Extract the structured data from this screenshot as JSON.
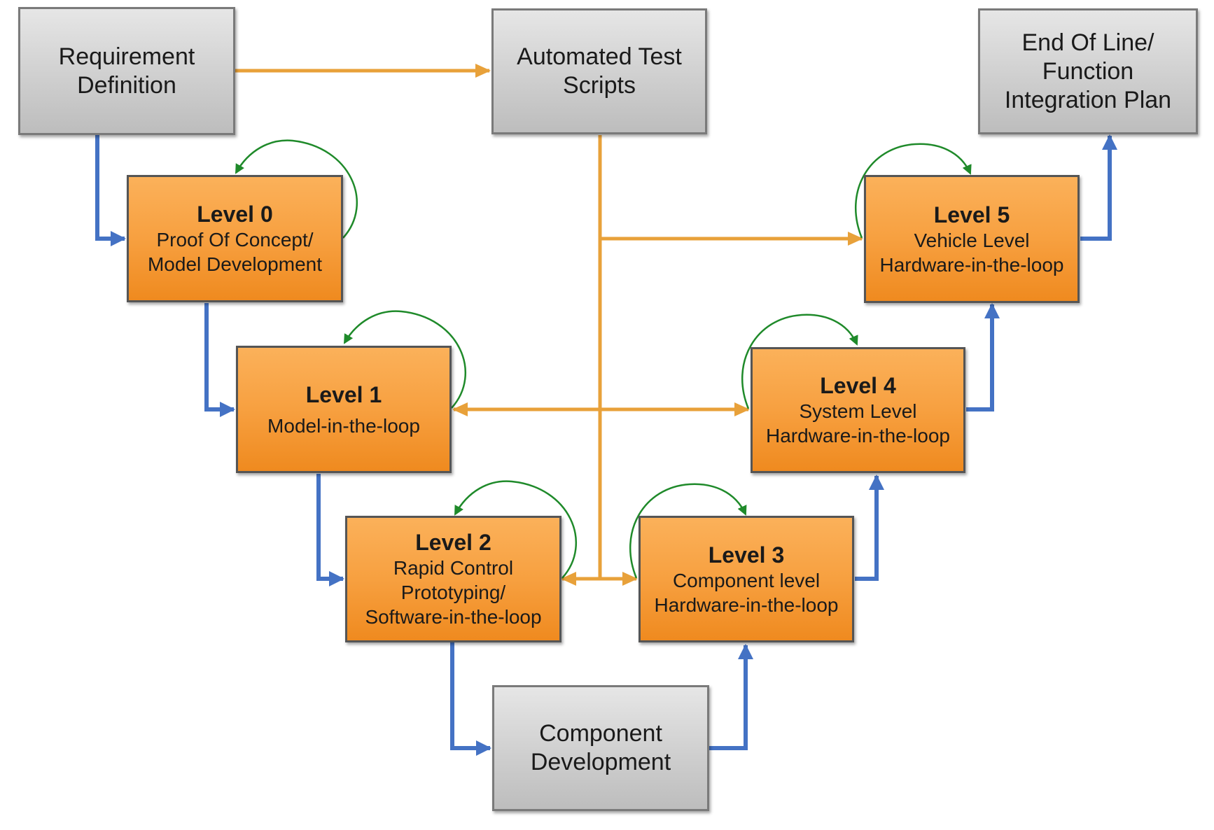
{
  "colors": {
    "flow": "#4472c4",
    "test": "#e8a13a",
    "loop": "#1f8a2a",
    "orange_box": "#f7a040",
    "gray_box": "#d0d0d0"
  },
  "nodes": {
    "requirement": {
      "lines": [
        "Requirement",
        "Definition"
      ]
    },
    "scripts": {
      "lines": [
        "Automated Test",
        "Scripts"
      ]
    },
    "endofline": {
      "lines": [
        "End Of Line/",
        "Function",
        "Integration Plan"
      ]
    },
    "component": {
      "lines": [
        "Component",
        "Development"
      ]
    },
    "level0": {
      "title": "Level 0",
      "lines": [
        "Proof Of Concept/",
        "Model Development"
      ]
    },
    "level1": {
      "title": "Level 1",
      "lines": [
        "Model-in-the-loop"
      ]
    },
    "level2": {
      "title": "Level 2",
      "lines": [
        "Rapid Control",
        "Prototyping/",
        "Software-in-the-loop"
      ]
    },
    "level3": {
      "title": "Level 3",
      "lines": [
        "Component level",
        "Hardware-in-the-loop"
      ]
    },
    "level4": {
      "title": "Level 4",
      "lines": [
        "System Level",
        "Hardware-in-the-loop"
      ]
    },
    "level5": {
      "title": "Level 5",
      "lines": [
        "Vehicle Level",
        "Hardware-in-the-loop"
      ]
    }
  }
}
